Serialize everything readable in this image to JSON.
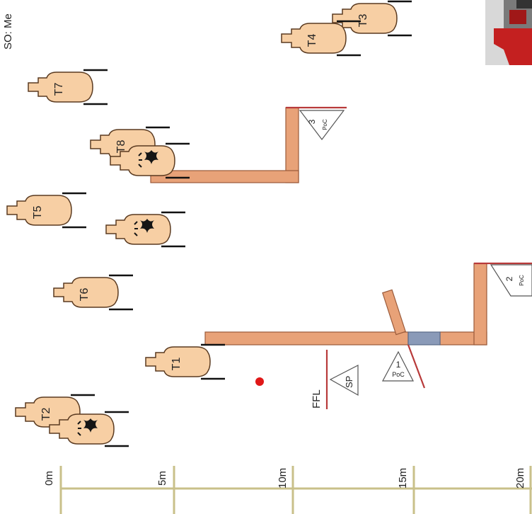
{
  "header": {
    "so_label": "SO: Me"
  },
  "scale": {
    "ticks": [
      "0m",
      "5m",
      "10m",
      "15m",
      "20m"
    ]
  },
  "targets": {
    "T1": "T1",
    "T2": "T2",
    "T3": "T3",
    "T4": "T4",
    "T5": "T5",
    "T6": "T6",
    "T7": "T7",
    "T8": "T8"
  },
  "markers": {
    "sp": "SP",
    "ffl": "FFL",
    "poc1_num": "1",
    "poc1_txt": "PoC",
    "poc2_num": "2",
    "poc2_txt": "PoC",
    "poc3_num": "3",
    "poc3_txt": "PoC"
  },
  "colors": {
    "wall": "#e8a278",
    "wall_stroke": "#9a5a3a",
    "target_fill": "#f7cfa4",
    "target_stroke": "#5a3a20",
    "line_red": "#b83a3a",
    "door": "#8a9ab8",
    "scale": "#c9c08a",
    "red_dot": "#e01818"
  }
}
